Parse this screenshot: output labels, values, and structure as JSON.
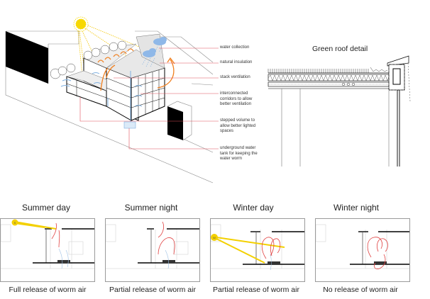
{
  "main_diagram": {
    "callouts": [
      {
        "text": "water collection"
      },
      {
        "text": "natural insulation"
      },
      {
        "text": "stack ventilation"
      },
      {
        "text": "interconnected corridors to allow better ventilation"
      },
      {
        "text": "stepped volume to allow better lighted spaces"
      },
      {
        "text": "underground water tank for keeping the water worm"
      }
    ],
    "colors": {
      "callout_line": "#e0505a",
      "sun": "#f7d800",
      "warm_air": "#f08020",
      "cool_air": "#7fb0e0",
      "rain_cloud": "#8fb8e8"
    }
  },
  "roof_detail": {
    "title": "Green roof detail"
  },
  "panels": [
    {
      "title": "Summer day",
      "caption": "Full release of worm air",
      "sun_badge": "S"
    },
    {
      "title": "Summer night",
      "caption": "Partial release of worm air",
      "sun_badge": ""
    },
    {
      "title": "Winter day",
      "caption": "Partial release of worm air",
      "sun_badge": "W"
    },
    {
      "title": "Winter night",
      "caption": "No release of worm air",
      "sun_badge": ""
    }
  ]
}
